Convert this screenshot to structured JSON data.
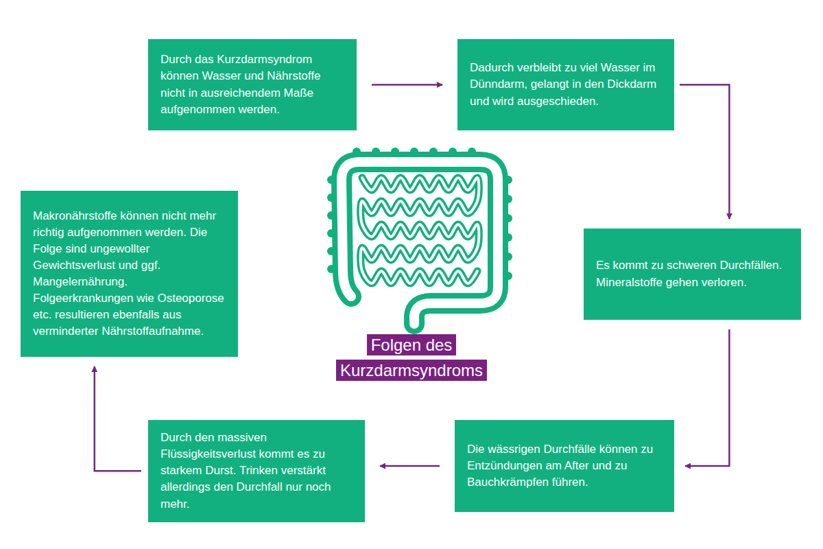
{
  "diagram": {
    "title": "Folgen des Kurzdarmsyndroms",
    "nodes": [
      {
        "text": [
          "Durch das Kurzdarmsyndrom können Wasser und Nährstoffe nicht in ausreichendem Maße aufgenommen werden."
        ]
      },
      {
        "text": [
          "Dadurch verbleibt zu viel Wasser im Dünndarm, gelangt in den Dickdarm und wird ausgeschieden."
        ]
      },
      {
        "text": [
          "Es kommt zu schweren Durchfällen. Mineralstoffe gehen verloren."
        ]
      },
      {
        "text": [
          "Die wässrigen Durchfälle können zu Entzündungen am After und zu Bauchkrämpfen führen."
        ]
      },
      {
        "text": [
          "Durch den massiven Flüssigkeitsverlust kommt es zu starkem Durst. Trinken verstärkt allerdings den Durchfall nur noch mehr."
        ]
      },
      {
        "text": [
          "Makronährstoffe können nicht mehr richtig aufgenommen werden. Die Folge sind ungewollter Gewichtsverlust und ggf. Mangelernährung. Folgeerkrankungen wie Osteoporose etc. resultieren ebenfalls aus verminderter Nährstoffaufnahme."
        ]
      }
    ],
    "edges": [
      {
        "from": 0,
        "to": 1,
        "arrow": "to"
      },
      {
        "from": 1,
        "to": 2,
        "arrow": "to"
      },
      {
        "from": 2,
        "to": 3,
        "arrow": "to"
      },
      {
        "from": 3,
        "to": 4,
        "arrow": "to"
      },
      {
        "from": 4,
        "to": 5,
        "arrow": "to"
      }
    ]
  }
}
